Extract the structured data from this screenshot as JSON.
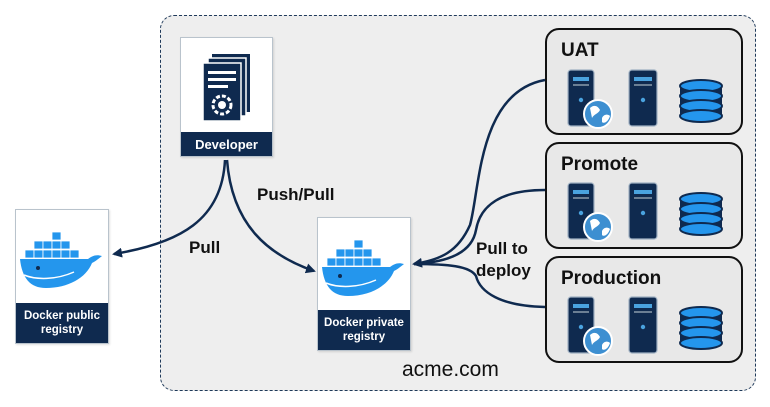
{
  "zone": {
    "label": "acme.com"
  },
  "developer": {
    "label": "Developer"
  },
  "public_registry": {
    "label_line1": "Docker public",
    "label_line2": "registry"
  },
  "private_registry": {
    "label_line1": "Docker private",
    "label_line2": "registry"
  },
  "flows": {
    "pull": "Pull",
    "push_pull": "Push/Pull",
    "pull_to_deploy_line1": "Pull to",
    "pull_to_deploy_line2": "deploy"
  },
  "environments": [
    {
      "name": "UAT"
    },
    {
      "name": "Promote"
    },
    {
      "name": "Production"
    }
  ],
  "colors": {
    "navy": "#0f2a4f",
    "docker_blue": "#2496ed",
    "arrow": "#0f2a4f"
  },
  "icons": [
    "document-stack-icon",
    "docker-whale-icon",
    "web-server-icon",
    "server-tower-icon",
    "database-icon"
  ]
}
